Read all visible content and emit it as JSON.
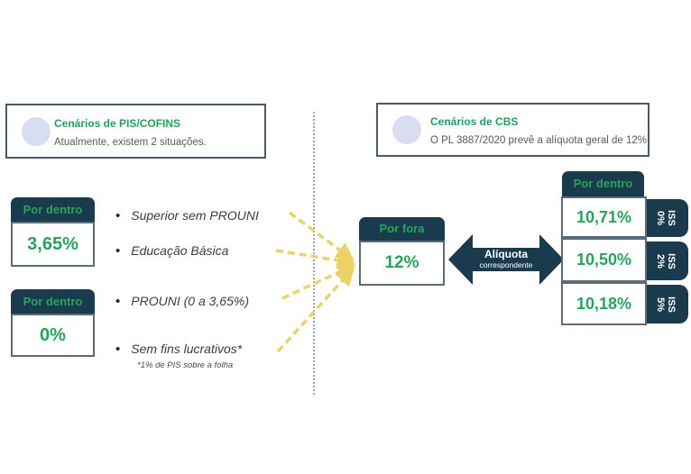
{
  "legend_left": {
    "title": "Cenários de PIS/COFINS",
    "subtitle": "Atualmente, existem 2 situações."
  },
  "legend_right": {
    "title": "Cenários de CBS",
    "subtitle": "O PL 3887/2020 prevê a alíquota geral de 12%."
  },
  "left_scenarios": [
    {
      "header": "Por dentro",
      "value": "3,65%"
    },
    {
      "header": "Por dentro",
      "value": "0%"
    }
  ],
  "bullets": [
    {
      "label": "Superior sem PROUNI"
    },
    {
      "label": "Educação Básica"
    },
    {
      "label": "PROUNI (0 a 3,65%)"
    },
    {
      "label": "Sem fins lucrativos*",
      "footnote": "*1% de PIS sobre a folha"
    }
  ],
  "bullet_glyph": "•",
  "center_box": {
    "header": "Por fora",
    "value": "12%"
  },
  "arrow_label": {
    "line1": "Alíquota",
    "line2": "correspondente"
  },
  "right_panel": {
    "header": "Por dentro",
    "rows": [
      {
        "value": "10,71%",
        "tab_line1": "ISS",
        "tab_line2": "0%"
      },
      {
        "value": "10,50%",
        "tab_line1": "ISS",
        "tab_line2": "2%"
      },
      {
        "value": "10,18%",
        "tab_line1": "ISS",
        "tab_line2": "5%"
      }
    ]
  },
  "colors": {
    "navy": "#1a3b4e",
    "green": "#28a35c",
    "arrow_yellow": "#ecd265",
    "legend_circle": "#d9ddf0",
    "box_border": "#5c6c75"
  }
}
